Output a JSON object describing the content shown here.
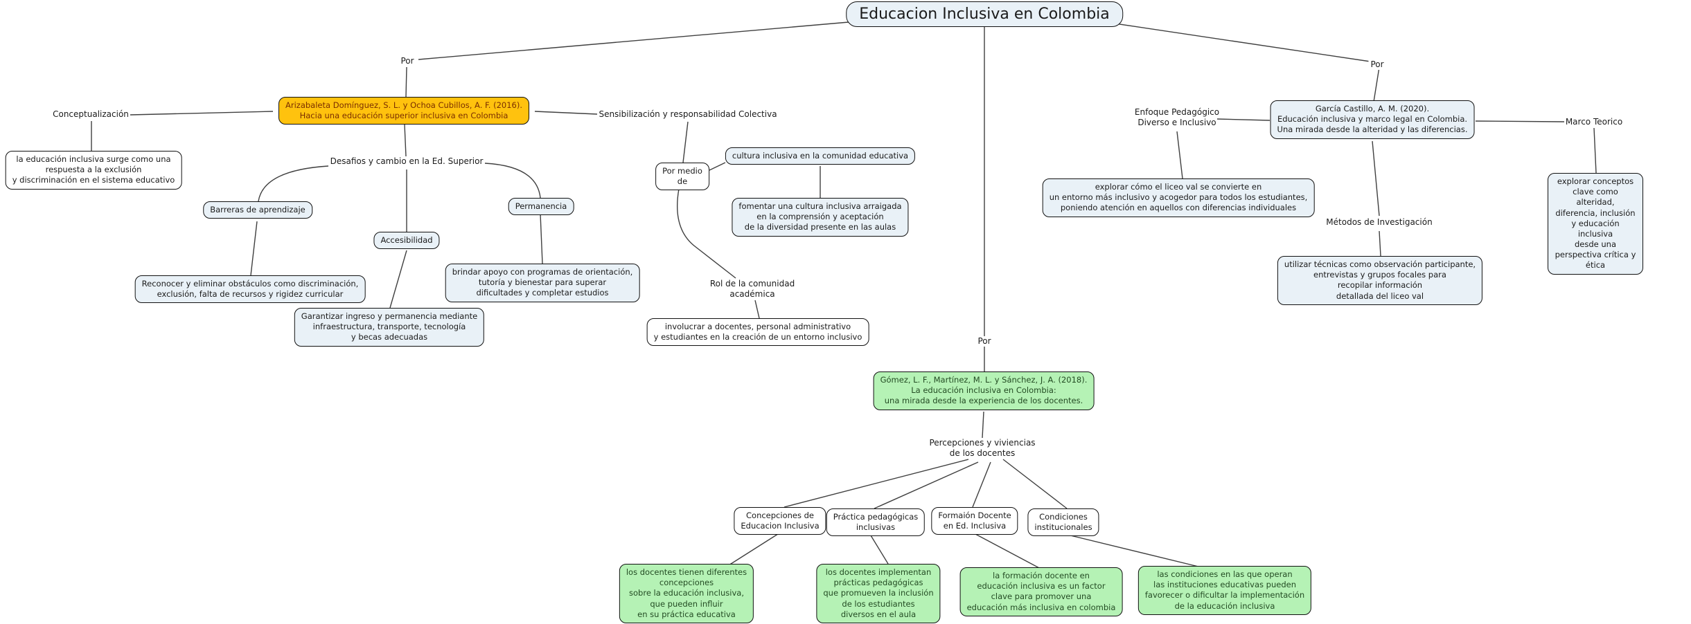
{
  "title": "Educacion Inclusiva en Colombia",
  "colors": {
    "node_fill": "#e9f1f7",
    "citation_orange_fill": "#ffc20e",
    "citation_orange_text": "#7a2e00",
    "citation_green_fill": "#b5f2b5",
    "citation_green_text": "#234b23",
    "line": "#3f3f3f"
  },
  "branches": {
    "arizabaleta": {
      "link_label": "Por",
      "citation": "Arizabaleta Domínguez, S. L. y Ochoa Cubillos, A. F. (2016).\nHacia una educación superior inclusiva en Colombia",
      "conceptualizacion": {
        "label": "Conceptualización",
        "detail": "la educación inclusiva surge como una\nrespuesta a la exclusión\ny discriminación en el sistema educativo"
      },
      "desafios": {
        "label": "Desafios y cambio en la Ed. Superior",
        "barreras": {
          "label": "Barreras de aprendizaje",
          "detail": "Reconocer y eliminar obstáculos como discriminación,\nexclusión, falta de recursos y rigidez curricular"
        },
        "accesibilidad": {
          "label": "Accesibilidad",
          "detail": "Garantizar ingreso y permanencia mediante\ninfraestructura, transporte, tecnología\ny becas adecuadas"
        },
        "permanencia": {
          "label": "Permanencia",
          "detail": "brindar apoyo con programas de orientación,\ntutoría y bienestar para superar\ndificultades y completar estudios"
        }
      },
      "sensibilizacion": {
        "label": "Sensibilización y responsabilidad Colectiva",
        "medio_label": "Por medio\nde",
        "cultura": {
          "label": "cultura inclusiva en la comunidad educativa",
          "detail": "fomentar una cultura inclusiva arraigada\nen la comprensión y aceptación\nde la diversidad presente en las aulas"
        },
        "rol": {
          "label": "Rol de la comunidad\nacadémica",
          "detail": "involucrar a docentes, personal administrativo\ny estudiantes en la creación de un entorno inclusivo"
        }
      }
    },
    "garcia": {
      "link_label": "Por",
      "citation": "García Castillo, A. M. (2020).\nEducación inclusiva y marco legal en Colombia.\nUna mirada desde la alteridad y las diferencias.",
      "enfoque": {
        "label": "Enfoque Pedagógico\nDiverso e Inclusivo",
        "detail": "explorar cómo el liceo val se convierte en\nun entorno más inclusivo y acogedor para todos los estudiantes,\nponiendo atención en aquellos con diferencias individuales"
      },
      "marco": {
        "label": "Marco Teorico",
        "detail": "explorar conceptos clave como alteridad,\ndiferencia, inclusión y educación inclusiva\ndesde una perspectiva crítica y ética"
      },
      "metodos": {
        "label": "Métodos de Investigación",
        "detail": "utilizar técnicas como observación participante,\nentrevistas y grupos focales para\nrecopilar información\ndetallada del liceo val"
      }
    },
    "gomez": {
      "link_label": "Por",
      "citation": "Gómez, L. F., Martínez, M. L. y Sánchez, J. A. (2018).\nLa educación inclusiva en Colombia:\nuna mirada desde la experiencia de los docentes.",
      "percepciones_label": "Percepciones y viviencias\nde los docentes",
      "concepciones": {
        "label": "Concepciones de\nEducacion Inclusiva",
        "detail": "los docentes tienen diferentes\nconcepciones\nsobre la educación inclusiva,\nque pueden influir\nen su práctica educativa"
      },
      "practica": {
        "label": "Práctica pedagógicas\ninclusivas",
        "detail": "los docentes implementan\nprácticas pedagógicas\nque promueven la inclusión\nde los estudiantes\ndiversos en el aula"
      },
      "formacion": {
        "label": "Formaión Docente\nen Ed. Inclusiva",
        "detail": "la formación docente en\neducación inclusiva es un factor\nclave para promover una\neducación más inclusiva en colombia"
      },
      "condiciones": {
        "label": "Condiciones\ninstitucionales",
        "detail": "las condiciones en las que operan\nlas instituciones educativas pueden\nfavorecer o dificultar la implementación\nde la educación inclusiva"
      }
    }
  }
}
